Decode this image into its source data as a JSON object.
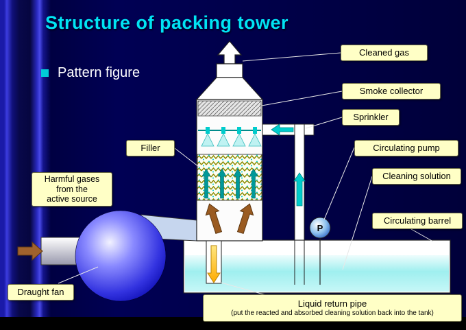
{
  "slide": {
    "title": "Structure of packing tower",
    "subtitle": "Pattern figure"
  },
  "labels": {
    "cleaned_gas": "Cleaned gas",
    "smoke_collector": "Smoke collector",
    "sprinkler": "Sprinkler",
    "filler": "Filler",
    "circulating_pump": "Circulating pump",
    "cleaning_solution": "Cleaning solution",
    "circulating_barrel": "Circulating barrel",
    "harmful_gases_lines": [
      "Harmful gases",
      "from the",
      "active source"
    ],
    "draught_fan": "Draught fan",
    "liquid_return_title": "Liquid return pipe",
    "liquid_return_sub": "(put the reacted and absorbed cleaning solution back into the tank)",
    "pump_symbol": "P"
  },
  "colors": {
    "accent_cyan": "#00e4f4",
    "label_bg": "#ffffc6",
    "slide_bg": "#000048",
    "liquid_cyan": "#a9efef",
    "fan_ball_blue": "#2233dd",
    "gas_arrow_brown": "#9a5b21",
    "return_arrow_yellow": "#ffc400",
    "flow_arrow_teal": "#00b5b5"
  }
}
